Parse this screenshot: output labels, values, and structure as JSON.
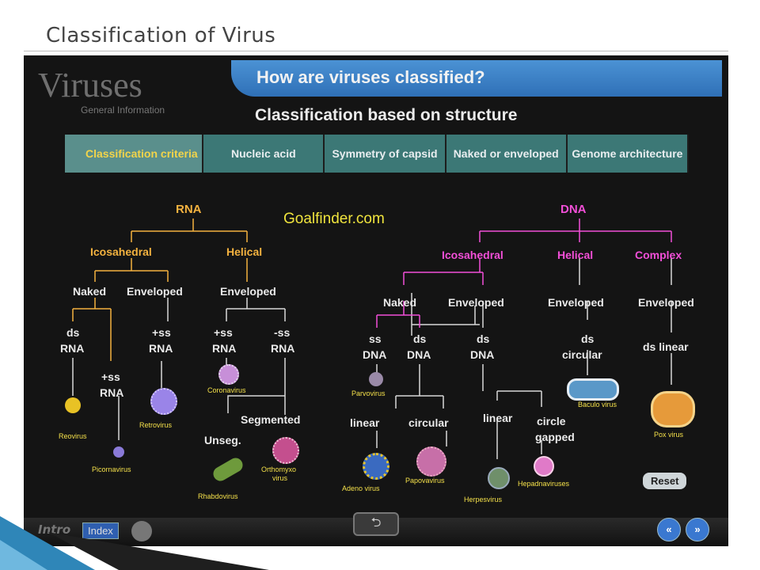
{
  "slide": {
    "title": "Classification of Virus"
  },
  "app": {
    "title": "Viruses",
    "subtitle": "General Information",
    "banner": "How are viruses classified?",
    "subheading": "Classification based on structure",
    "watermark": "Goalfinder.com"
  },
  "tabs": [
    "Classification criteria",
    "Nucleic acid",
    "Symmetry of capsid",
    "Naked or enveloped",
    "Genome architecture"
  ],
  "tree": {
    "rna": "RNA",
    "dna": "DNA",
    "rna_icosahedral": "Icosahedral",
    "rna_helical": "Helical",
    "rna_naked": "Naked",
    "rna_enveloped_1": "Enveloped",
    "rna_enveloped_2": "Enveloped",
    "rna_ds1": "ds",
    "rna_ds1_b": "RNA",
    "rna_ss1": "+ss",
    "rna_ss1_b": "RNA",
    "rna_ss2": "+ss",
    "rna_ss2_b": "RNA",
    "rna_ss3": "+ss",
    "rna_ss3_b": "RNA",
    "rna_ss4": "-ss",
    "rna_ss4_b": "RNA",
    "segmented": "Segmented",
    "unseg": "Unseg.",
    "dna_icosahedral": "Icosahedral",
    "dna_helical": "Helical",
    "dna_complex": "Complex",
    "dna_naked": "Naked",
    "dna_enveloped_1": "Enveloped",
    "dna_enveloped_2": "Enveloped",
    "dna_enveloped_3": "Enveloped",
    "dna_ss": "ss",
    "dna_ss_b": "DNA",
    "dna_ds1": "ds",
    "dna_ds1_b": "DNA",
    "dna_ds2": "ds",
    "dna_ds2_b": "DNA",
    "dna_ds_circular_a": "ds",
    "dna_ds_circular_b": "circular",
    "dna_ds_linear": "ds linear",
    "linear_1": "linear",
    "circular": "circular",
    "linear_2": "linear",
    "circle_gapped_a": "circle",
    "circle_gapped_b": "gapped"
  },
  "viruses": {
    "reovirus": "Reovirus",
    "picornavirus": "Picornavirus",
    "retrovirus": "Retrovirus",
    "coronavirus": "Coronavirus",
    "rhabdovirus": "Rhabdovirus",
    "orthomyxo_a": "Orthomyxo",
    "orthomyxo_b": "virus",
    "parvovirus": "Parvovirus",
    "adeno": "Adeno virus",
    "papovavirus": "Papovavirus",
    "herpesvirus": "Herpesvirus",
    "hepadnaviruses": "Hepadnaviruses",
    "baculo": "Baculo virus",
    "pox": "Pox virus"
  },
  "controls": {
    "reset": "Reset",
    "intro": "Intro",
    "index": "Index",
    "back": "⮌",
    "prev": "«",
    "next": "»"
  },
  "colors": {
    "rna_accent": "#f3b23f",
    "dna_accent": "#f24fd8",
    "tab_bg": "#3c7876",
    "tab_active_text": "#f2d44a",
    "banner": "#3a7fc8"
  }
}
